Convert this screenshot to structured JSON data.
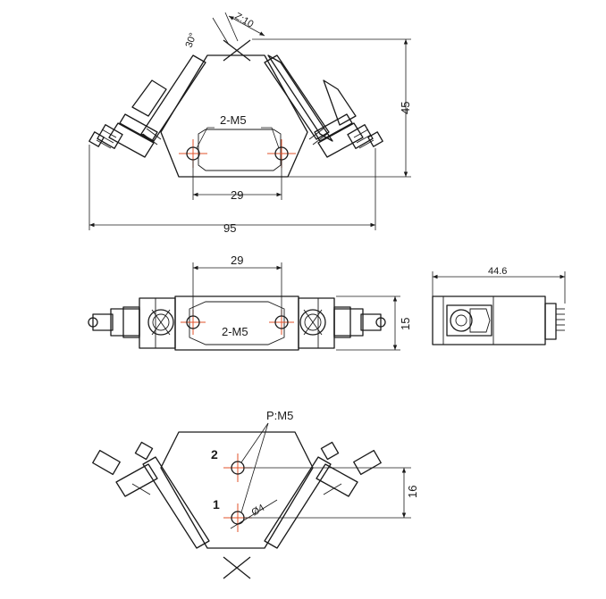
{
  "top_view": {
    "dim_angle": "30°",
    "dim_z": "Z:10",
    "dim_height": "45",
    "hole_label": "2-M5",
    "dim_hole_spacing": "29",
    "dim_width": "95"
  },
  "front_view": {
    "dim_hole_spacing": "29",
    "hole_label": "2-M5",
    "dim_height": "15"
  },
  "side_view": {
    "dim_width": "44.6"
  },
  "bottom_view": {
    "pitch_label": "P:M5",
    "hole_1_label": "1",
    "hole_2_label": "2",
    "diameter_label": "Ø4",
    "dim_height": "16"
  }
}
